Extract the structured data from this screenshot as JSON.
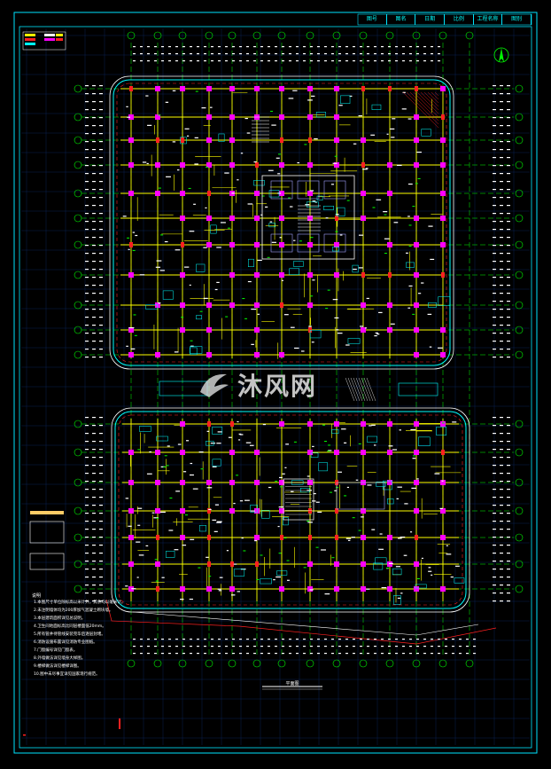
{
  "title_block": {
    "cells": [
      "图号",
      "图名",
      "日期",
      "比例",
      "工程名称",
      "图别"
    ]
  },
  "watermark": {
    "brand_text": "沐风网"
  },
  "legend": {
    "rows": [
      "",
      "",
      "",
      "",
      ""
    ]
  },
  "notes": {
    "heading": "说明",
    "lines": [
      "1.本图尺寸单位除标高以米计外，其余均以毫米计。",
      "2.未注明墙体均为200厚加气混凝土砌块墙。",
      "3.本层建筑面积详见总说明。",
      "4.卫生间地面标高比同层楼面低20mm。",
      "5.所有管井待管线安装完毕后逐层封堵。",
      "6.消防设施布置详见消防专业图纸。",
      "7.门窗编号详见门窗表。",
      "8.外墙做法详见墙身大样图。",
      "9.楼梯做法详见楼梯详图。",
      "10.图中未尽事宜详见国家现行规范。"
    ]
  },
  "drawing": {
    "title": "平面图"
  },
  "colors": {
    "frame": "#00e5ff",
    "grid": "#00ff00",
    "wall": "#ffff00",
    "column": "#ff00ff",
    "red": "#ff2020",
    "white": "#ffffff",
    "bg": "#000000"
  }
}
